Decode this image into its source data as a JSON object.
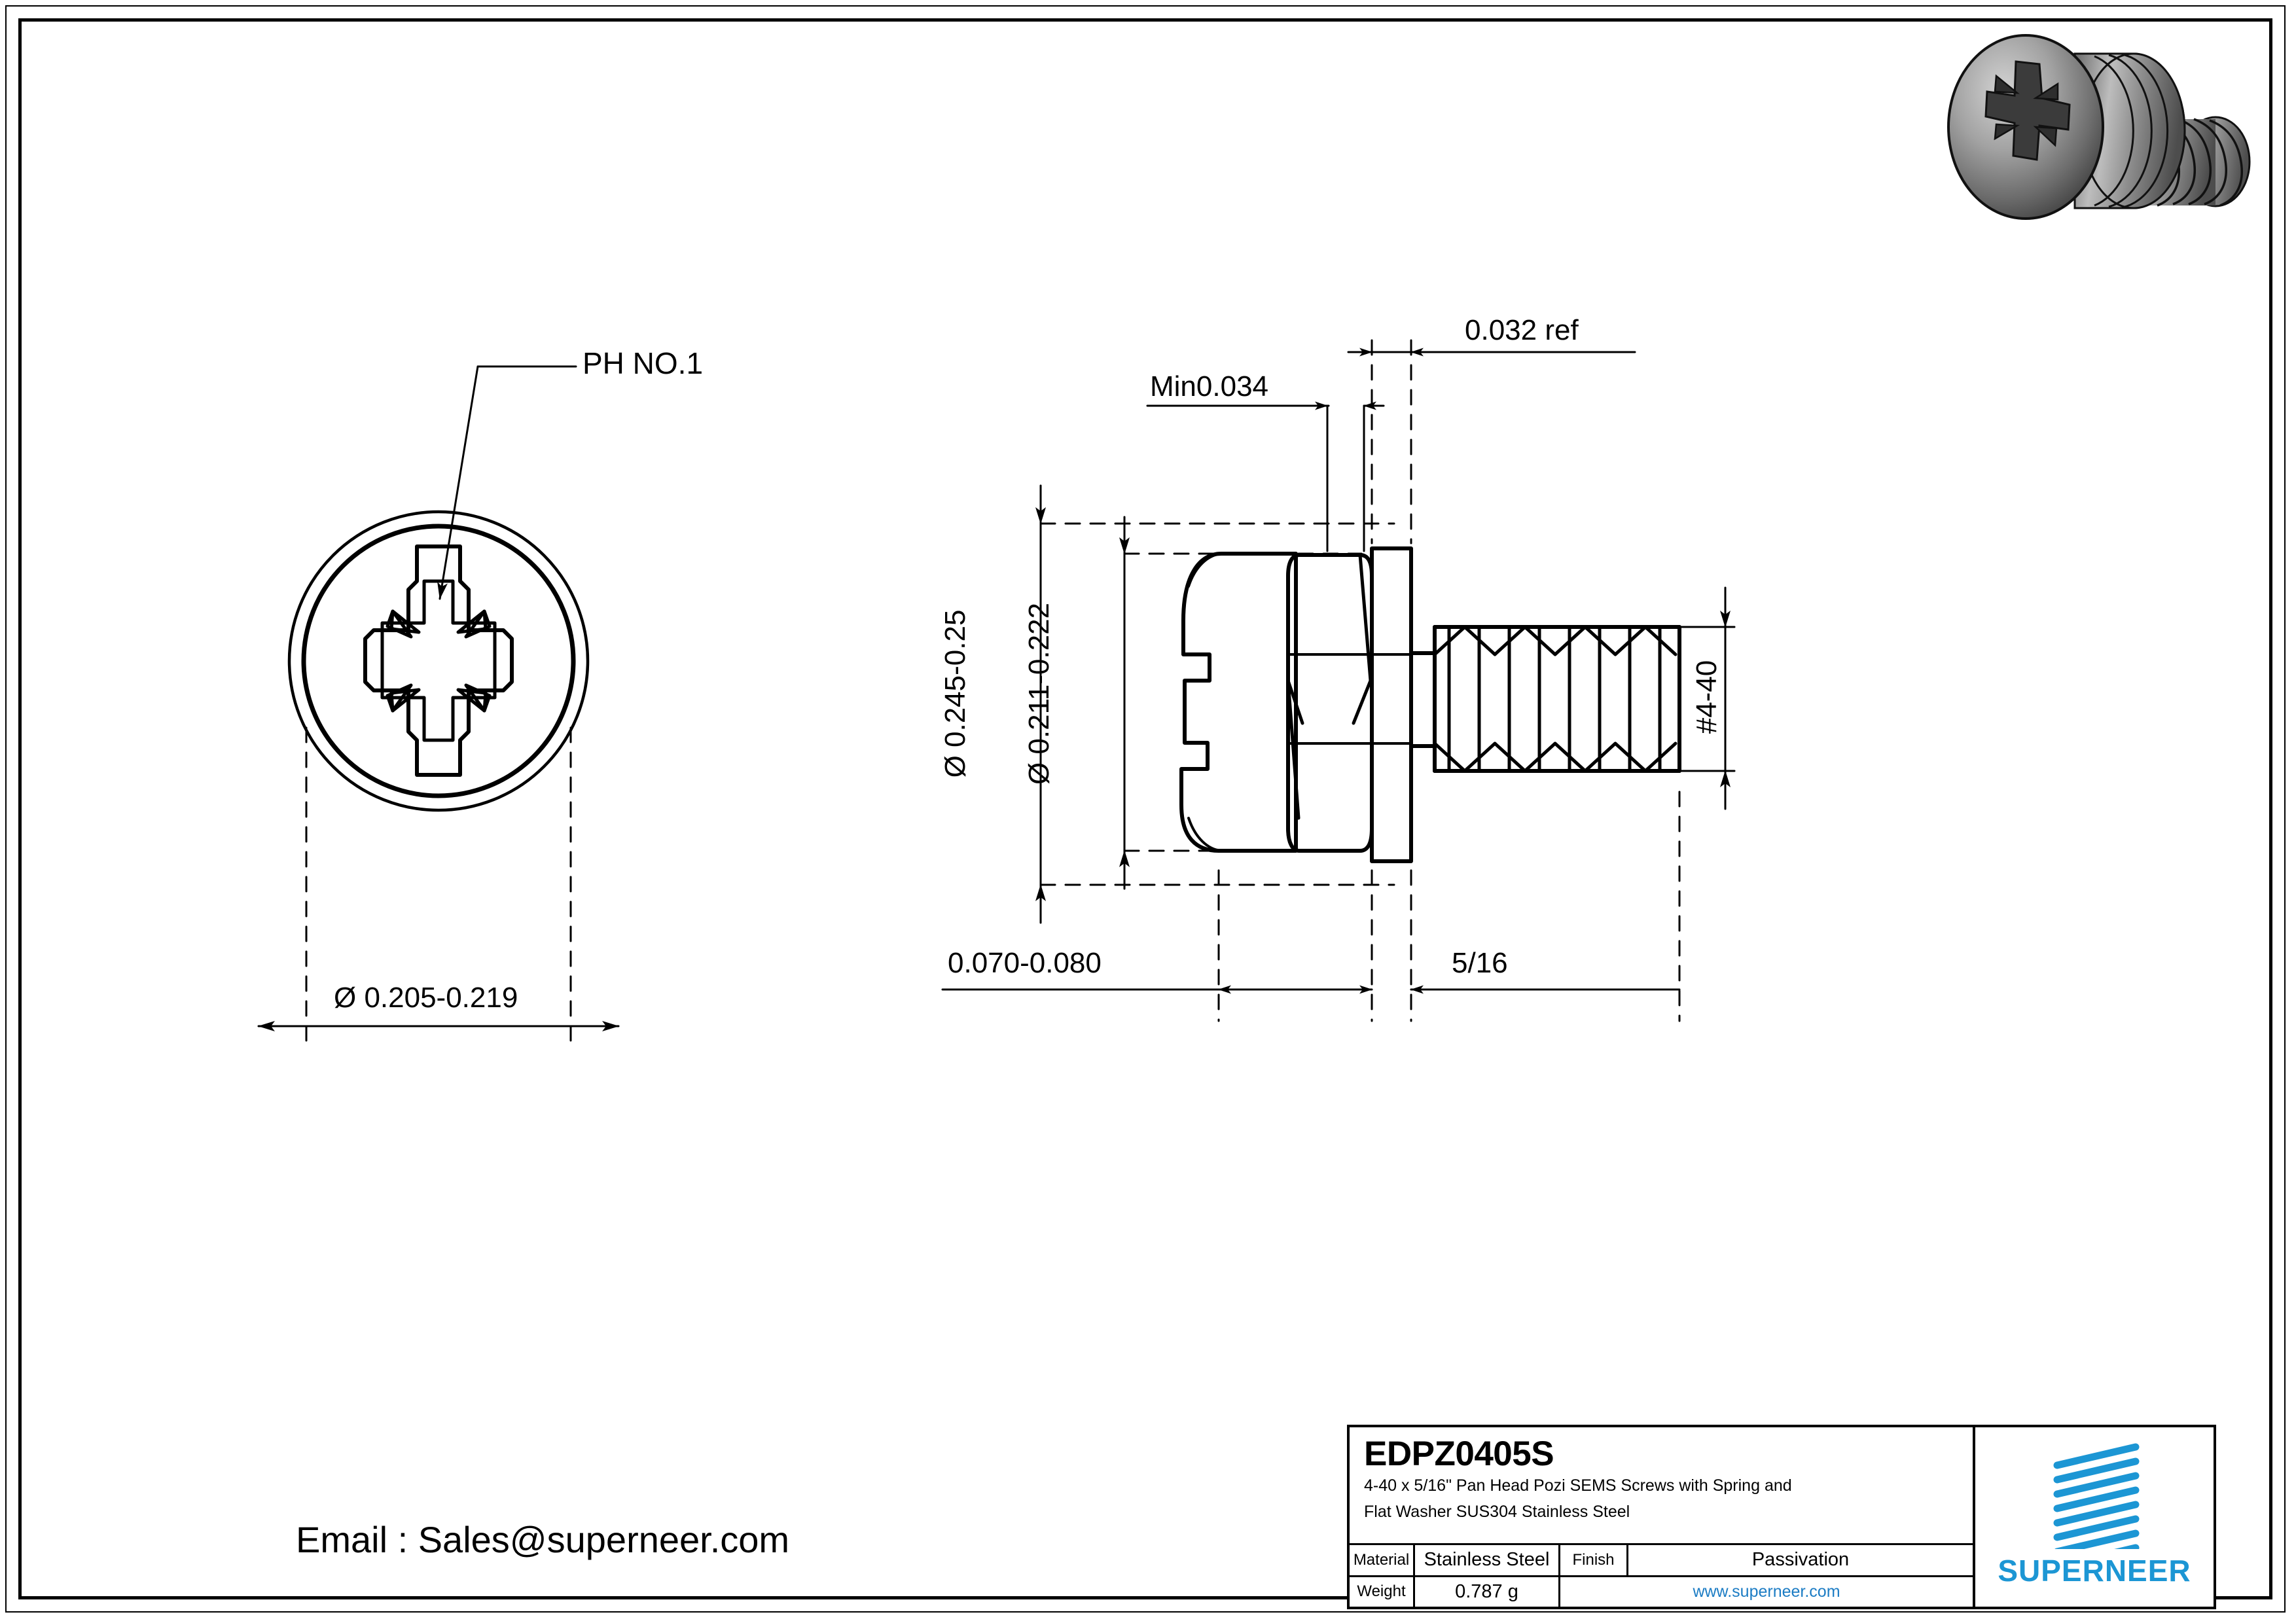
{
  "drawing": {
    "front_view": {
      "callout_label": "PH NO.1",
      "diameter_dim": "Ø 0.205-0.219"
    },
    "side_view": {
      "top_dim_right": "0.032 ref",
      "top_dim_left": "Min0.034",
      "vertical_dim_outer": "Ø 0.245-0.25",
      "vertical_dim_inner": "Ø 0.211-0.222",
      "thread_spec": "#4-40",
      "bottom_dim_left": "0.070-0.080",
      "bottom_dim_right": "5/16"
    }
  },
  "title_block": {
    "part_number": "EDPZ0405S",
    "description_line1": "4-40 x 5/16\" Pan Head Pozi SEMS Screws with Spring and",
    "description_line2": "Flat Washer SUS304 Stainless Steel",
    "material_label": "Material",
    "material_value": "Stainless Steel",
    "finish_label": "Finish",
    "finish_value": "Passivation",
    "weight_label": "Weight",
    "weight_value": "0.787 g",
    "website": "www.superneer.com",
    "brand": "SUPERNEER"
  },
  "footer": {
    "email": "Email : Sales@superneer.com"
  },
  "colors": {
    "brand_blue": "#1C96D4",
    "link_blue": "#1C7CC4",
    "line_black": "#000000",
    "metal_light": "#b9b9b9",
    "metal_dark": "#4a4a4a"
  }
}
